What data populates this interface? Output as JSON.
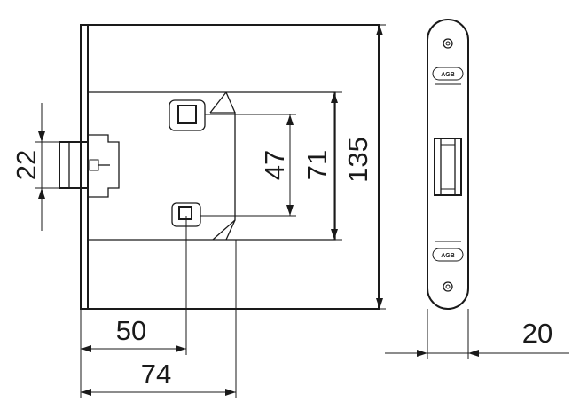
{
  "dimensions": {
    "d22": "22",
    "d47": "47",
    "d71": "71",
    "d135": "135",
    "d50": "50",
    "d74": "74",
    "d20": "20"
  },
  "strike_plate": {
    "brand_top": "AGB",
    "brand_bottom": "AGB"
  }
}
